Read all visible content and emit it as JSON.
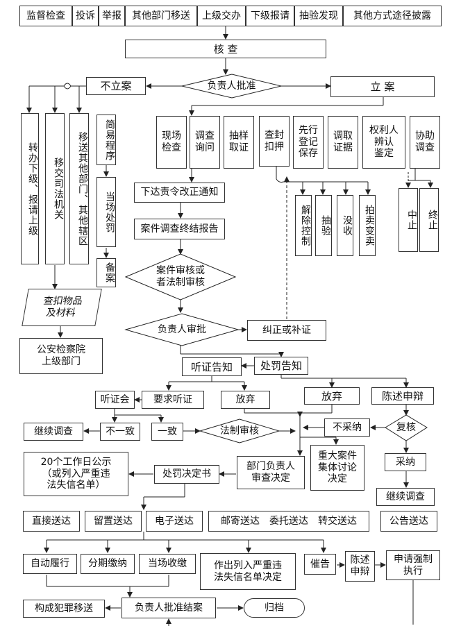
{
  "sources": [
    "监督检查",
    "投诉",
    "举报",
    "其他部门移送",
    "上级交办",
    "下级报请",
    "抽验发现",
    "其他方式途径披露"
  ],
  "verify": "核 查",
  "approve_decision": "负责人批准",
  "not_filed": "不立案",
  "filed": "立 案",
  "not_filed_branches": [
    "转办下级、报请上级",
    "移交司法机关",
    "移送其他部门、其他辖区"
  ],
  "seized_materials": "查扣物品\n及材料",
  "police_procuratorate": "公安检察院\n上级部门",
  "simple_procedure": "简易程序",
  "on_site_penalty": "当场处罚",
  "filing_record": "备案",
  "investigation_measures": [
    "现场\n检查",
    "调查\n询问",
    "抽样\n取证",
    "查封\n扣押",
    "先行\n登记\n保存",
    "调取\n证据",
    "权利人\n辨认\n鉴定",
    "协助\n调查"
  ],
  "seizure_outcomes": [
    "解除控制",
    "抽验",
    "没收",
    "拍卖变卖"
  ],
  "assist_outcomes": [
    "中止",
    "终止"
  ],
  "rectification_notice": "下达责令改正通知",
  "final_report": "案件调查终结报告",
  "case_review": "案件审核或\n者法制审核",
  "approval_review": "负责人审批",
  "correct_supplement": "纠正或补证",
  "penalty_notice": "处罚告知",
  "hearing_notice": "听证告知",
  "request_hearing": "要求听证",
  "hearing": "听证会",
  "waive_1": "放弃",
  "waive_2": "放弃",
  "statement_defense": "陈述申辩",
  "inconsistent": "不一致",
  "consistent": "一致",
  "continue_investigation_1": "继续调查",
  "legal_review": "法制审核",
  "not_adopted": "不采纳",
  "recheck": "复核",
  "adopted": "采纳",
  "continue_investigation_2": "继续调查",
  "dept_head_decision": "部门负责人\n审查决定",
  "major_case_discussion": "重大案件\n集体讨论\n决定",
  "penalty_decision": "处罚决定书",
  "public_notice": "20个工作日公示\n（或列入严重违\n法失信名单）",
  "delivery_methods_left": [
    "直接送达",
    "留置送达",
    "电子送达"
  ],
  "delivery_methods_mid": "邮寄送达　委托送达　转交送达",
  "delivery_announcement": "公告送达",
  "execution_methods": [
    "自动履行",
    "分期缴纳",
    "当场收缴"
  ],
  "blacklist_decision": "作出列入严重违\n法失信名单决定",
  "urge": "催告",
  "statement_2": "陈述\n申辩",
  "enforcement_application": "申请强制\n执行",
  "crime_transfer": "构成犯罪移送",
  "close_case": "负责人批准结案",
  "archive": "归档"
}
